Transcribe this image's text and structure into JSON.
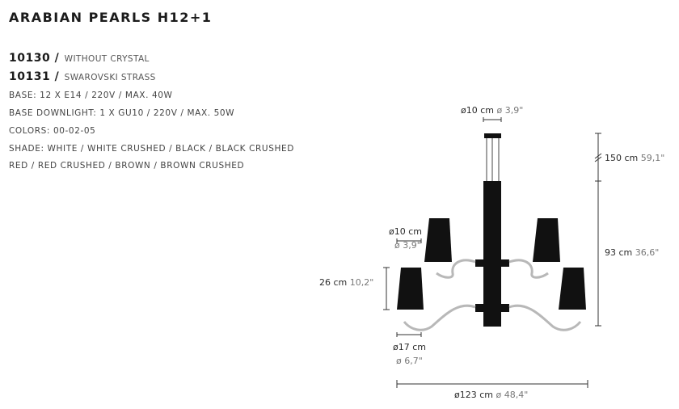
{
  "product": {
    "title": "ARABIAN PEARLS H12+1",
    "codes": [
      {
        "code": "10130 /",
        "desc": "WITHOUT CRYSTAL"
      },
      {
        "code": "10131 /",
        "desc": "SWAROVSKI STRASS"
      }
    ],
    "specs": [
      "BASE: 12 X E14 / 220V / MAX. 40W",
      "BASE DOWNLIGHT: 1 X GU10 / 220V / MAX. 50W",
      "COLORS: 00-02-05",
      "SHADE: WHITE / WHITE CRUSHED / BLACK / BLACK CRUSHED",
      "RED / RED CRUSHED / BROWN / BROWN CRUSHED"
    ]
  },
  "dimensions": {
    "top_diameter": {
      "cm": "ø10 cm",
      "inch": "ø 3,9\""
    },
    "cable_height": {
      "cm": "150 cm",
      "inch": "59,1\""
    },
    "body_height": {
      "cm": "93 cm",
      "inch": "36,6\""
    },
    "shade_top": {
      "cm": "ø10 cm",
      "inch": "ø 3,9\""
    },
    "shade_height": {
      "cm": "26 cm",
      "inch": "10,2\""
    },
    "shade_bottom": {
      "cm": "ø17 cm",
      "inch": "ø 6,7\""
    },
    "total_diameter": {
      "cm": "ø123 cm",
      "inch": "ø 48,4\""
    }
  },
  "colors": {
    "ink": "#111111",
    "arm": "#b8b8b8",
    "dimension_line": "#333333"
  }
}
